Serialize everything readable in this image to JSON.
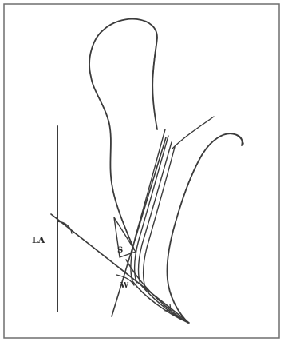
{
  "figure": {
    "labels": {
      "la": "LA",
      "s": "S",
      "w": "W"
    },
    "colors": {
      "background": "#ffffff",
      "border": "#6e6e6e",
      "ink": "#3b3b3b"
    }
  }
}
